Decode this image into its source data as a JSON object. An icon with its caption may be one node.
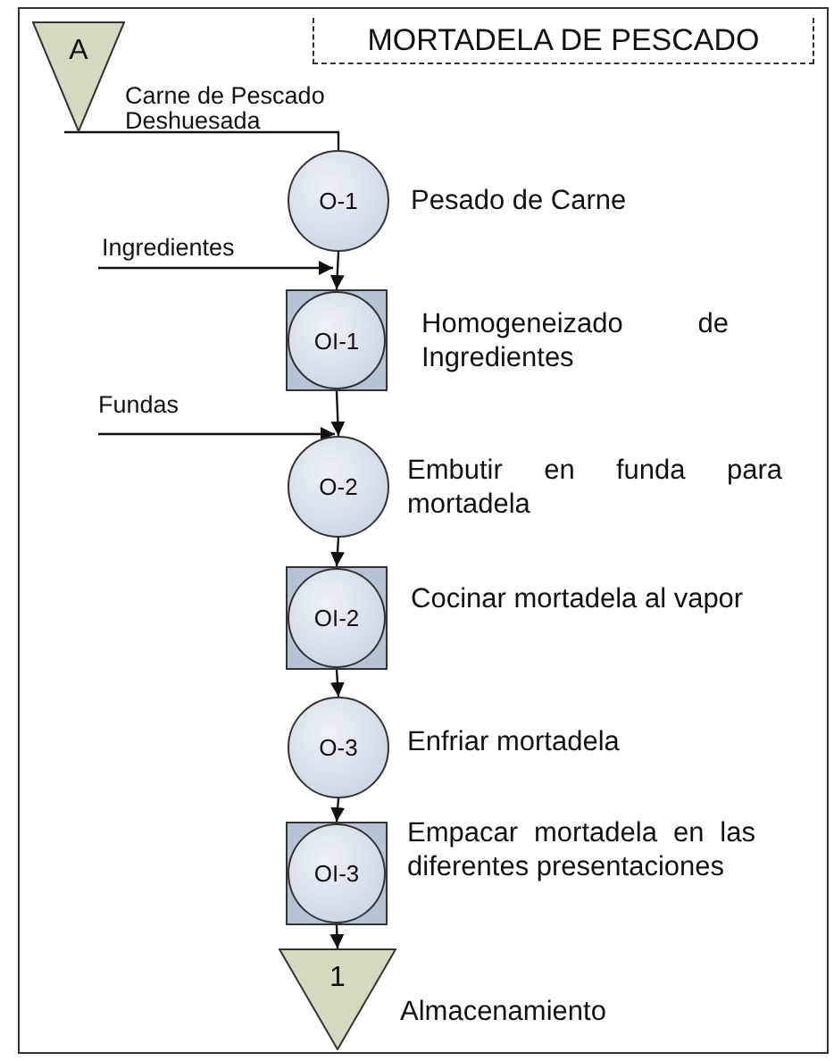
{
  "diagram": {
    "title": "MORTADELA DE PESCADO",
    "nodes": [
      {
        "text": [
          "A"
        ]
      },
      {
        "text": [
          "O-1"
        ],
        "beside": [
          "Pesado de Carne"
        ]
      },
      {
        "text": [
          "OI-1"
        ],
        "beside": [
          "Homogeneizado de Ingredientes"
        ]
      },
      {
        "text": [
          "O-2"
        ],
        "beside": [
          "Embutir en funda para mortadela"
        ]
      },
      {
        "text": [
          "OI-2"
        ],
        "beside": [
          "Cocinar mortadela al vapor"
        ]
      },
      {
        "text": [
          "O-3"
        ],
        "beside": [
          "Enfriar mortadela"
        ]
      },
      {
        "text": [
          "OI-3"
        ],
        "beside": [
          "Empacar mortadela en las diferentes presentaciones"
        ]
      },
      {
        "text": [
          "1"
        ],
        "beside": [
          "Almacenamiento"
        ]
      }
    ],
    "edges": [
      {
        "from": 0,
        "to": 1,
        "arrow": "none",
        "label": "Carne de Pescado Deshuesada"
      },
      {
        "from": 1,
        "to": 2,
        "arrow": "to"
      },
      {
        "from": null,
        "to": 2,
        "arrow": "to",
        "label": "Ingredientes"
      },
      {
        "from": null,
        "to": 3,
        "arrow": "to",
        "label": "Fundas"
      },
      {
        "from": 2,
        "to": 3,
        "arrow": "to"
      },
      {
        "from": 3,
        "to": 4,
        "arrow": "to"
      },
      {
        "from": 4,
        "to": 5,
        "arrow": "to"
      },
      {
        "from": 5,
        "to": 6,
        "arrow": "to"
      },
      {
        "from": 6,
        "to": 7,
        "arrow": "to"
      }
    ]
  }
}
